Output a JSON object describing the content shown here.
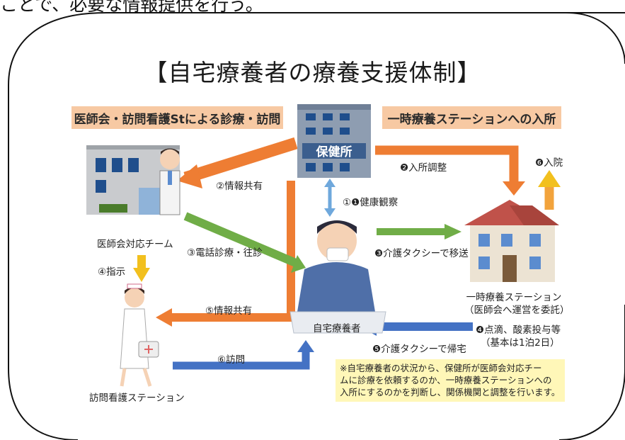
{
  "top_text": "ことで、必要な情報提供を行う。",
  "title": "【自宅療養者の療養支援体制】",
  "bands": {
    "left": "医師会・訪問看護Stによる診療・訪問",
    "right": "一時療養ステーションへの入所"
  },
  "health_center": "保健所",
  "nodes": {
    "doctor_team": "医師会対応チーム",
    "visiting_nurse": "訪問看護ステーション",
    "home_patient": "自宅療養者",
    "temp_station_line1": "一時療養ステーション",
    "temp_station_line2": "（医師会へ運営を委託）"
  },
  "arrows": {
    "info_share_2": "②情報共有",
    "health_observation": "①❶健康観察",
    "admission_coord": "❷入所調整",
    "hospitalization": "❻入院",
    "phone_consult": "③電話診療・往診",
    "instruction": "④指示",
    "care_taxi_transfer": "❸介護タクシーで移送",
    "info_share_5": "⑤情報共有",
    "drip_oxygen": "❹点滴、酸素投与等",
    "stay_basis": "（基本は1泊2日）",
    "care_taxi_home": "❺介護タクシーで帰宅",
    "visit": "⑥訪問"
  },
  "note_lines": [
    "※自宅療養者の状況から、保健所が医師会対応チー",
    "ムに診療を依頼するのか、一時療養ステーションへの",
    "入所にするのかを判断し、関係機関と調整を行います。"
  ],
  "colors": {
    "orange": "#ee7d33",
    "blue": "#4472c4",
    "green": "#70ad47",
    "yellow": "#f2c01e",
    "light_blue": "#6fa8dc",
    "band": "#f7c9a3",
    "note": "#fff7b8"
  }
}
